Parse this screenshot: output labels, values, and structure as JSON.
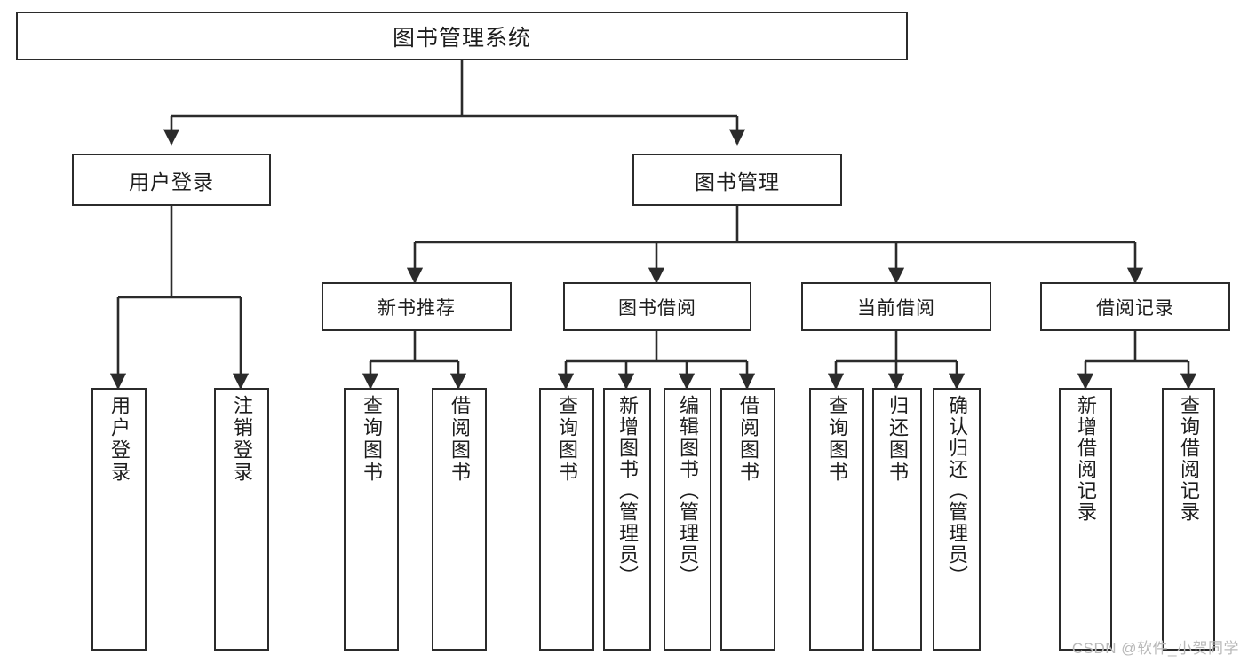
{
  "diagram": {
    "title": "图书管理系统",
    "type": "tree",
    "watermark": "CSDN @软件_小贺同学",
    "colors": {
      "border": "#2b2b2b",
      "text": "#1d1d1d",
      "background": "#ffffff",
      "edge": "#2b2b2b",
      "watermark": "#b9b9b9"
    },
    "root": {
      "id": "root",
      "label": "图书管理系统"
    },
    "level1": [
      {
        "id": "user-login",
        "label": "用户登录"
      },
      {
        "id": "book-manage",
        "label": "图书管理"
      }
    ],
    "level2": [
      {
        "id": "new-book-recommend",
        "label": "新书推荐",
        "parent": "book-manage"
      },
      {
        "id": "book-borrow",
        "label": "图书借阅",
        "parent": "book-manage"
      },
      {
        "id": "current-borrow",
        "label": "当前借阅",
        "parent": "book-manage"
      },
      {
        "id": "borrow-record",
        "label": "借阅记录",
        "parent": "book-manage"
      }
    ],
    "leaves": [
      {
        "id": "leaf-user-login",
        "label": "用户登录",
        "parent": "user-login"
      },
      {
        "id": "leaf-logout",
        "label": "注销登录",
        "parent": "user-login"
      },
      {
        "id": "leaf-query-book-1",
        "label": "查询图书",
        "parent": "new-book-recommend"
      },
      {
        "id": "leaf-borrow-book-1",
        "label": "借阅图书",
        "parent": "new-book-recommend"
      },
      {
        "id": "leaf-query-book-2",
        "label": "查询图书",
        "parent": "book-borrow"
      },
      {
        "id": "leaf-add-book",
        "label": "新增图书（管理员）",
        "parent": "book-borrow"
      },
      {
        "id": "leaf-edit-book",
        "label": "编辑图书（管理员）",
        "parent": "book-borrow"
      },
      {
        "id": "leaf-borrow-book-2",
        "label": "借阅图书",
        "parent": "book-borrow"
      },
      {
        "id": "leaf-query-book-3",
        "label": "查询图书",
        "parent": "current-borrow"
      },
      {
        "id": "leaf-return-book",
        "label": "归还图书",
        "parent": "current-borrow"
      },
      {
        "id": "leaf-confirm-return",
        "label": "确认归还（管理员）",
        "parent": "current-borrow"
      },
      {
        "id": "leaf-add-record",
        "label": "新增借阅记录",
        "parent": "borrow-record"
      },
      {
        "id": "leaf-query-record",
        "label": "查询借阅记录",
        "parent": "borrow-record"
      }
    ]
  }
}
